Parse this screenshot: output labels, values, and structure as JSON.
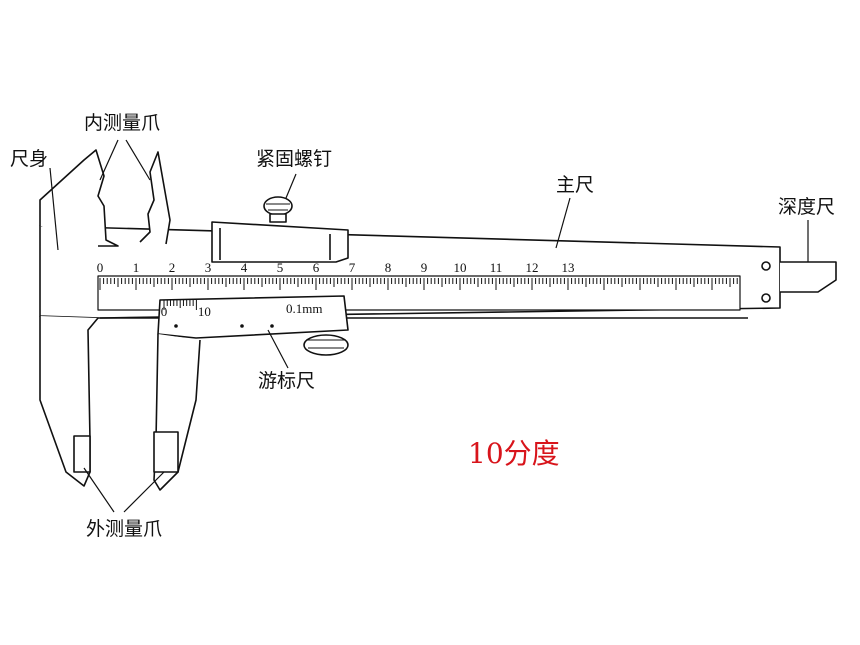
{
  "labels": {
    "inner_jaw": "内测量爪",
    "ruler_body": "尺身",
    "lock_screw": "紧固螺钉",
    "main_scale": "主尺",
    "depth_rod": "深度尺",
    "vernier": "游标尺",
    "outer_jaw": "外测量爪"
  },
  "title": "10分度",
  "main_scale_numbers": [
    "0",
    "1",
    "2",
    "3",
    "4",
    "5",
    "6",
    "7",
    "8",
    "9",
    "10",
    "11",
    "12",
    "13"
  ],
  "vernier_numbers": [
    "0",
    "10"
  ],
  "vernier_unit": "0.1mm",
  "colors": {
    "accent": "#d8141b",
    "ink": "#111111"
  }
}
